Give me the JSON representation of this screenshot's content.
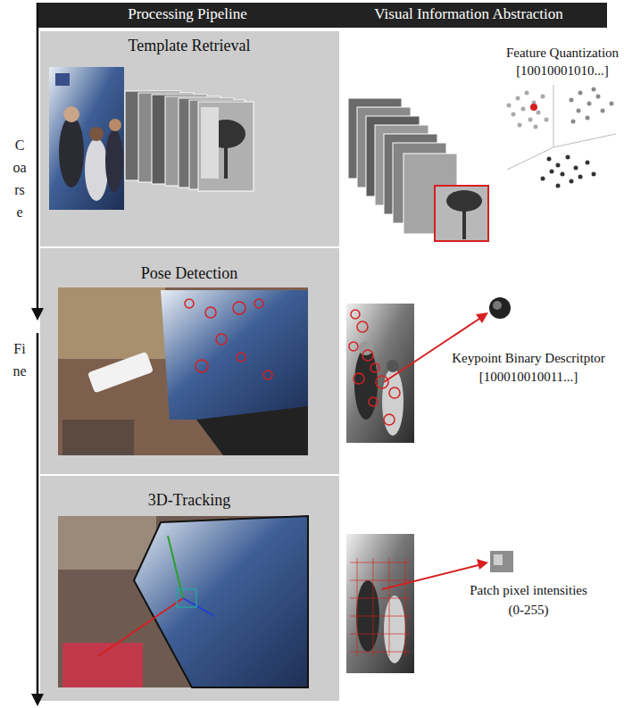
{
  "diagram": {
    "nodes": [
      {
        "text": [
          "Processing Pipeline",
          "Visual Information Abstraction"
        ]
      },
      {
        "text": [
          "Template Retrieval"
        ]
      },
      {
        "text": [
          "Pose Detection"
        ]
      },
      {
        "text": [
          "3D-Tracking"
        ]
      }
    ],
    "labels": [
      "Feature Quantization",
      "[10010001010...]",
      "Coarse",
      "Keypoint Binary Descritptor",
      "[100010010011...]",
      "Fine",
      "Patch pixel intensities",
      "(0-255)"
    ]
  }
}
